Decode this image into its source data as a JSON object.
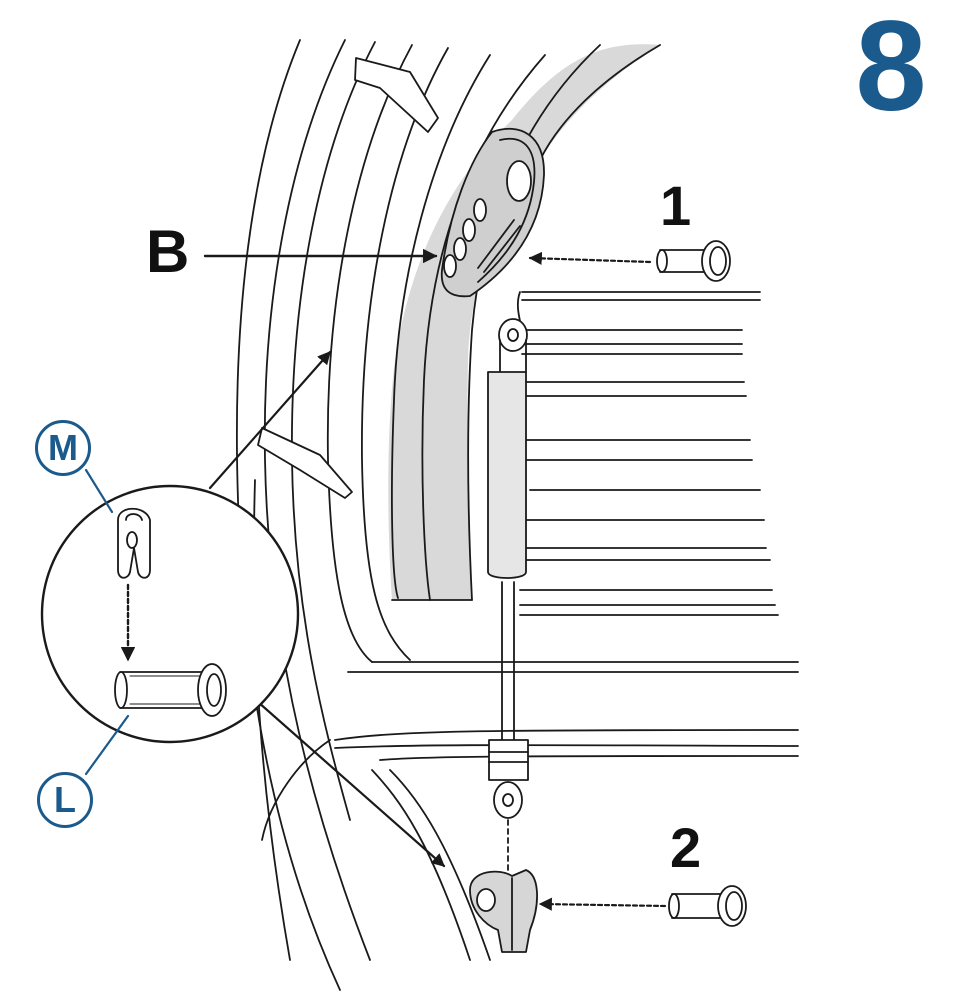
{
  "step": {
    "number": "8"
  },
  "labels": {
    "part_b": "B",
    "screw_1": "1",
    "screw_2": "2",
    "clip_m": "M",
    "pin_l": "L"
  },
  "colors": {
    "accent": "#1a5a8c",
    "line": "#1a1a1a",
    "shade": "#d9d9d9",
    "paper": "#ffffff"
  }
}
